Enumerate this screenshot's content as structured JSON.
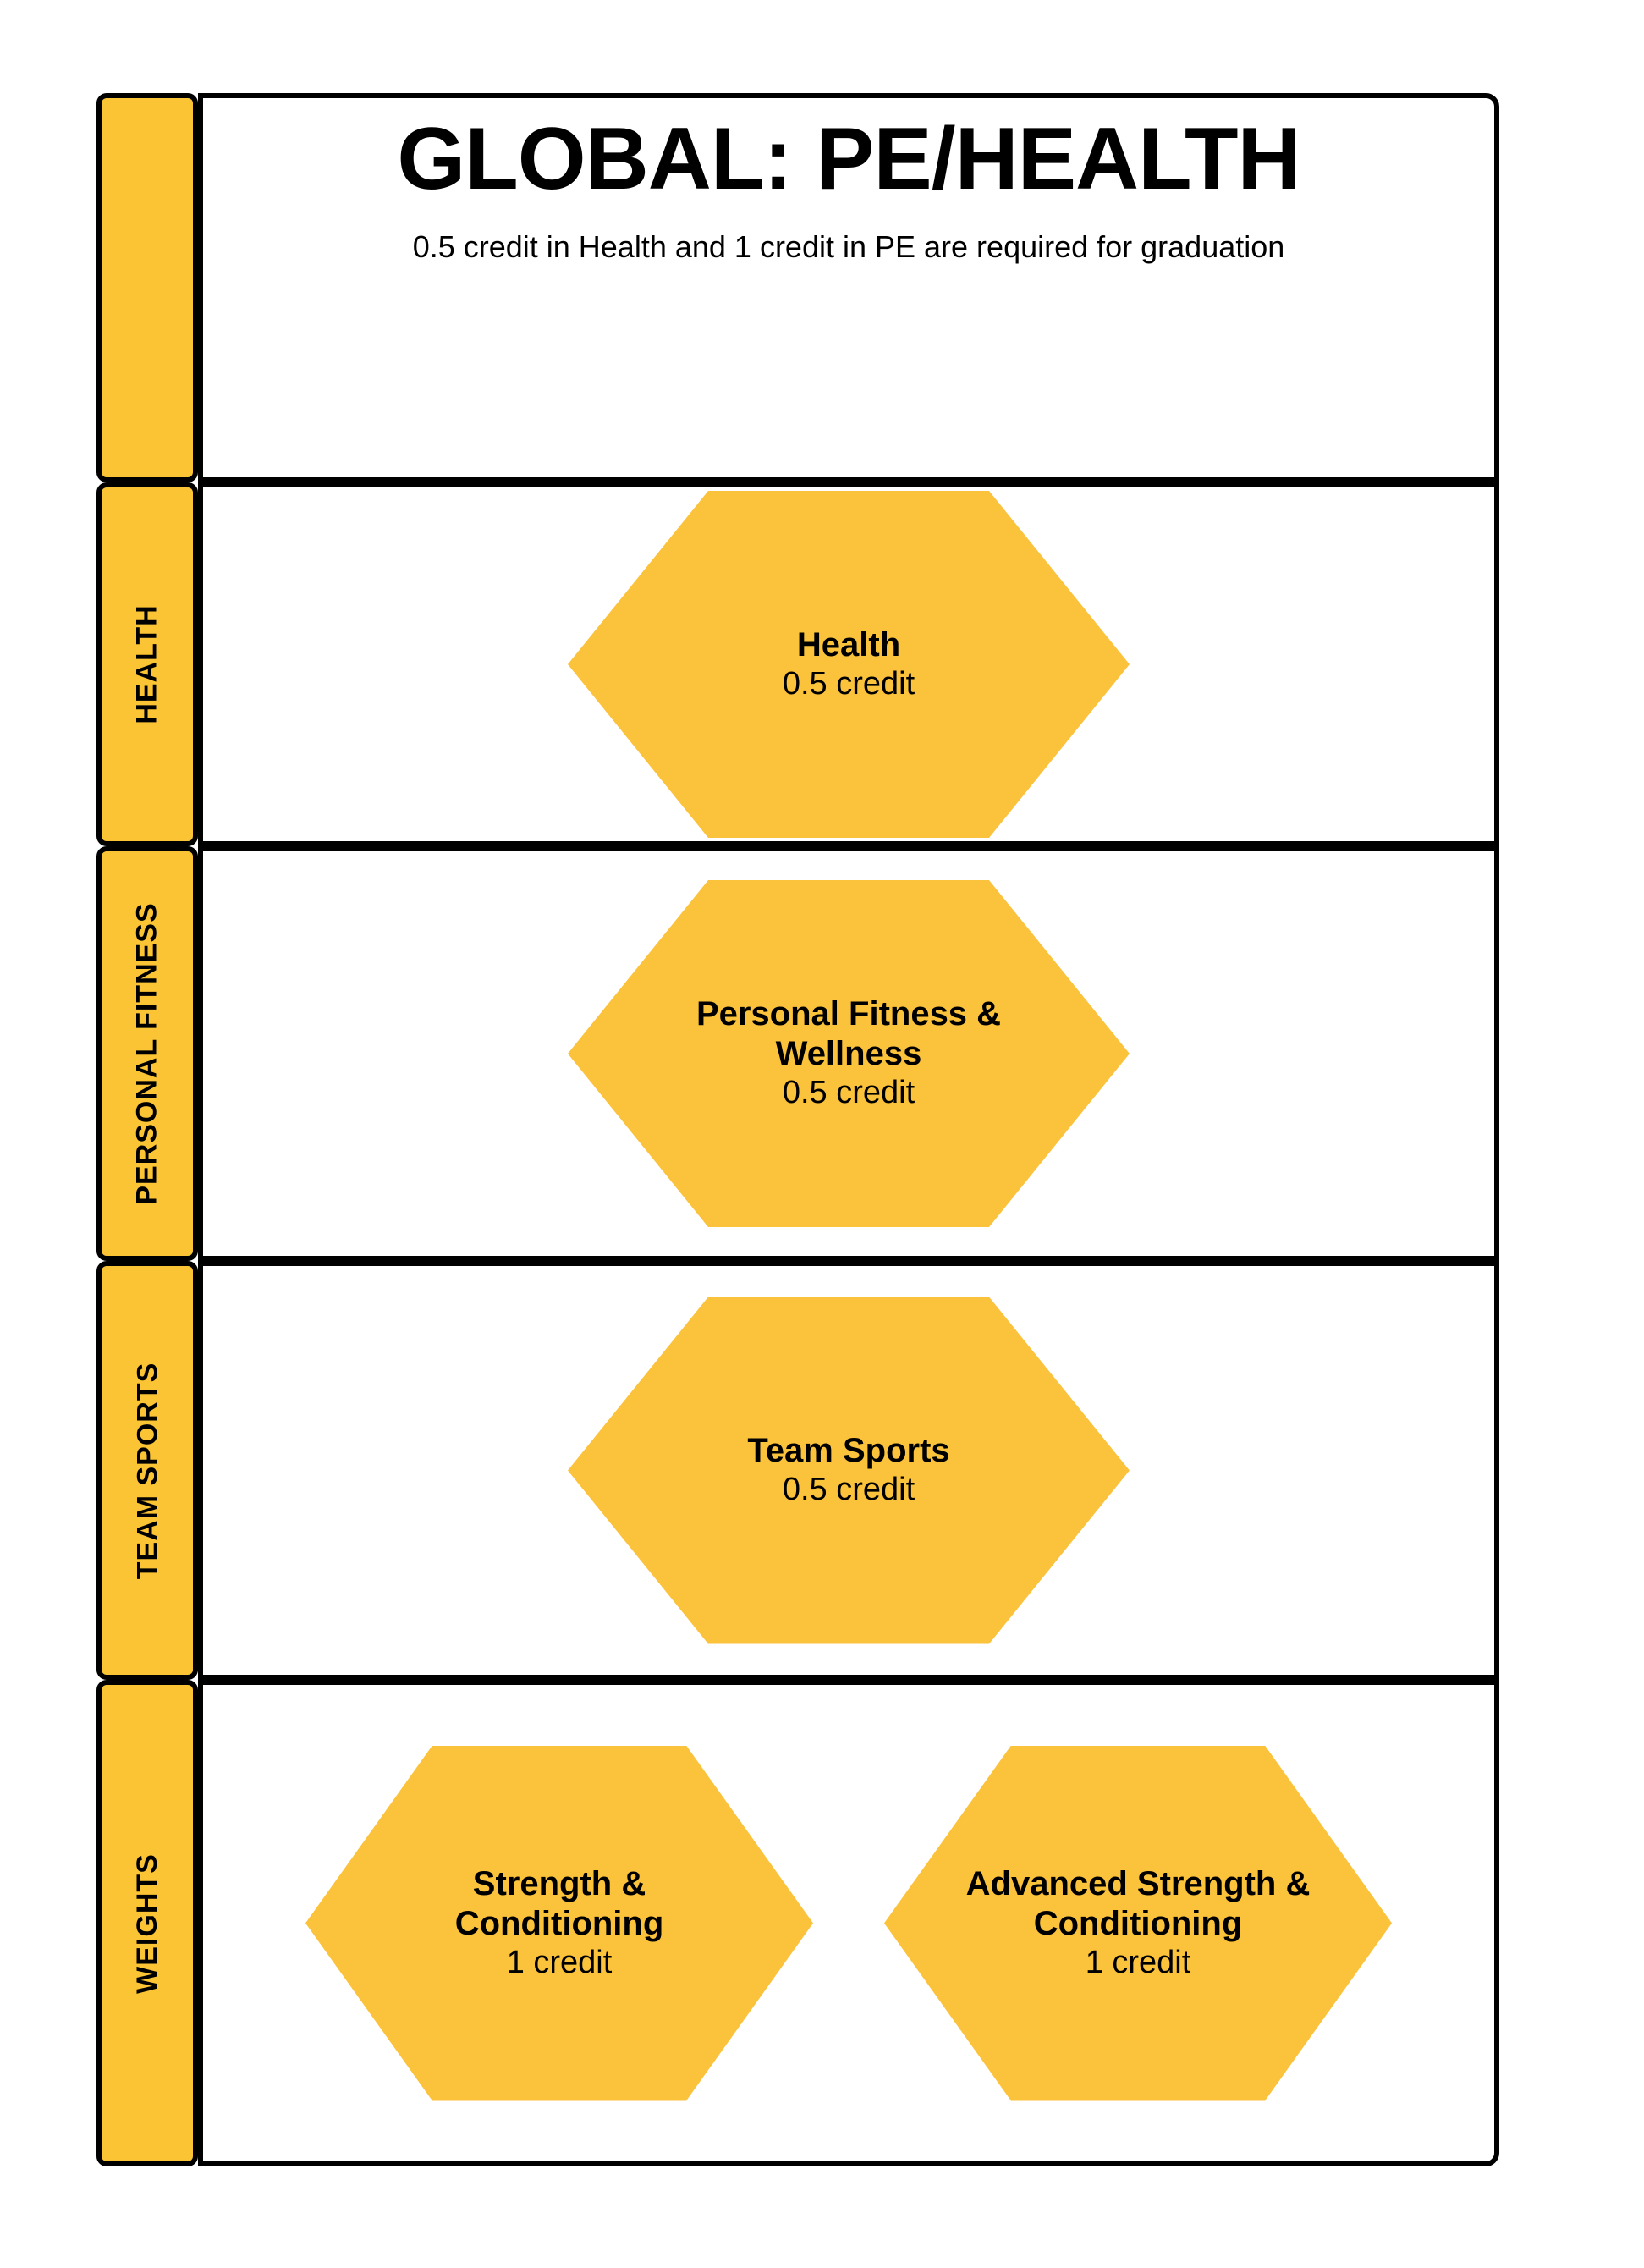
{
  "theme": {
    "accent_yellow": "#FBC434",
    "hex_yellow": "#FBC23C",
    "border_color": "#000000",
    "background": "#FFFFFF",
    "text_color": "#000000"
  },
  "header": {
    "title": "GLOBAL: PE/HEALTH",
    "subtitle": "0.5 credit in Health and 1 credit in PE are required for graduation"
  },
  "rows": [
    {
      "rail_label": "HEALTH",
      "courses": [
        {
          "name": "Health",
          "credit": "0.5 credit"
        }
      ]
    },
    {
      "rail_label": "PERSONAL FITNESS",
      "courses": [
        {
          "name": "Personal Fitness & Wellness",
          "credit": "0.5 credit"
        }
      ]
    },
    {
      "rail_label": "TEAM SPORTS",
      "courses": [
        {
          "name": "Team Sports",
          "credit": "0.5 credit"
        }
      ]
    },
    {
      "rail_label": "WEIGHTS",
      "courses": [
        {
          "name": "Strength & Conditioning",
          "credit": "1 credit"
        },
        {
          "name": "Advanced Strength & Conditioning",
          "credit": "1 credit"
        }
      ]
    }
  ]
}
